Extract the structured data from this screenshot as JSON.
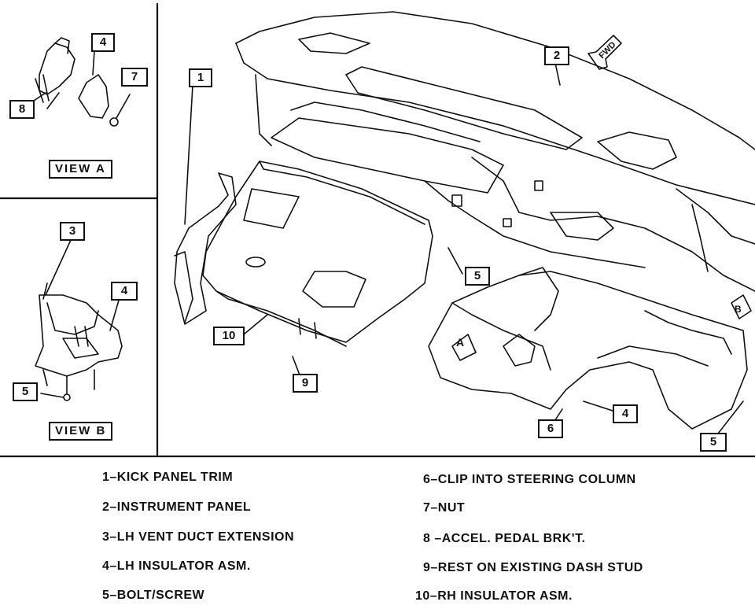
{
  "callouts": {
    "c1": "1",
    "c2": "2",
    "c3": "3",
    "c4_viewb": "4",
    "c4_main": "4",
    "c4_viewa": "4",
    "c5_viewb": "5",
    "c5_main": "5",
    "c5_right": "5",
    "c6": "6",
    "c7": "7",
    "c8": "8",
    "c9": "9",
    "c10": "10"
  },
  "views": {
    "view_a": "VIEW  A",
    "view_b": "VIEW  B"
  },
  "markers": {
    "fwd": "FWD",
    "a": "A",
    "b": "B"
  },
  "legend": {
    "left": [
      "1–KICK PANEL TRIM",
      "2–INSTRUMENT PANEL",
      "3–LH VENT DUCT EXTENSION",
      "4–LH INSULATOR ASM.",
      "5–BOLT/SCREW"
    ],
    "right": [
      "6–CLIP INTO STEERING COLUMN",
      "7–NUT",
      "8 –ACCEL. PEDAL BRK'T.",
      "9–REST ON EXISTING DASH STUD",
      "10–RH INSULATOR ASM."
    ]
  }
}
